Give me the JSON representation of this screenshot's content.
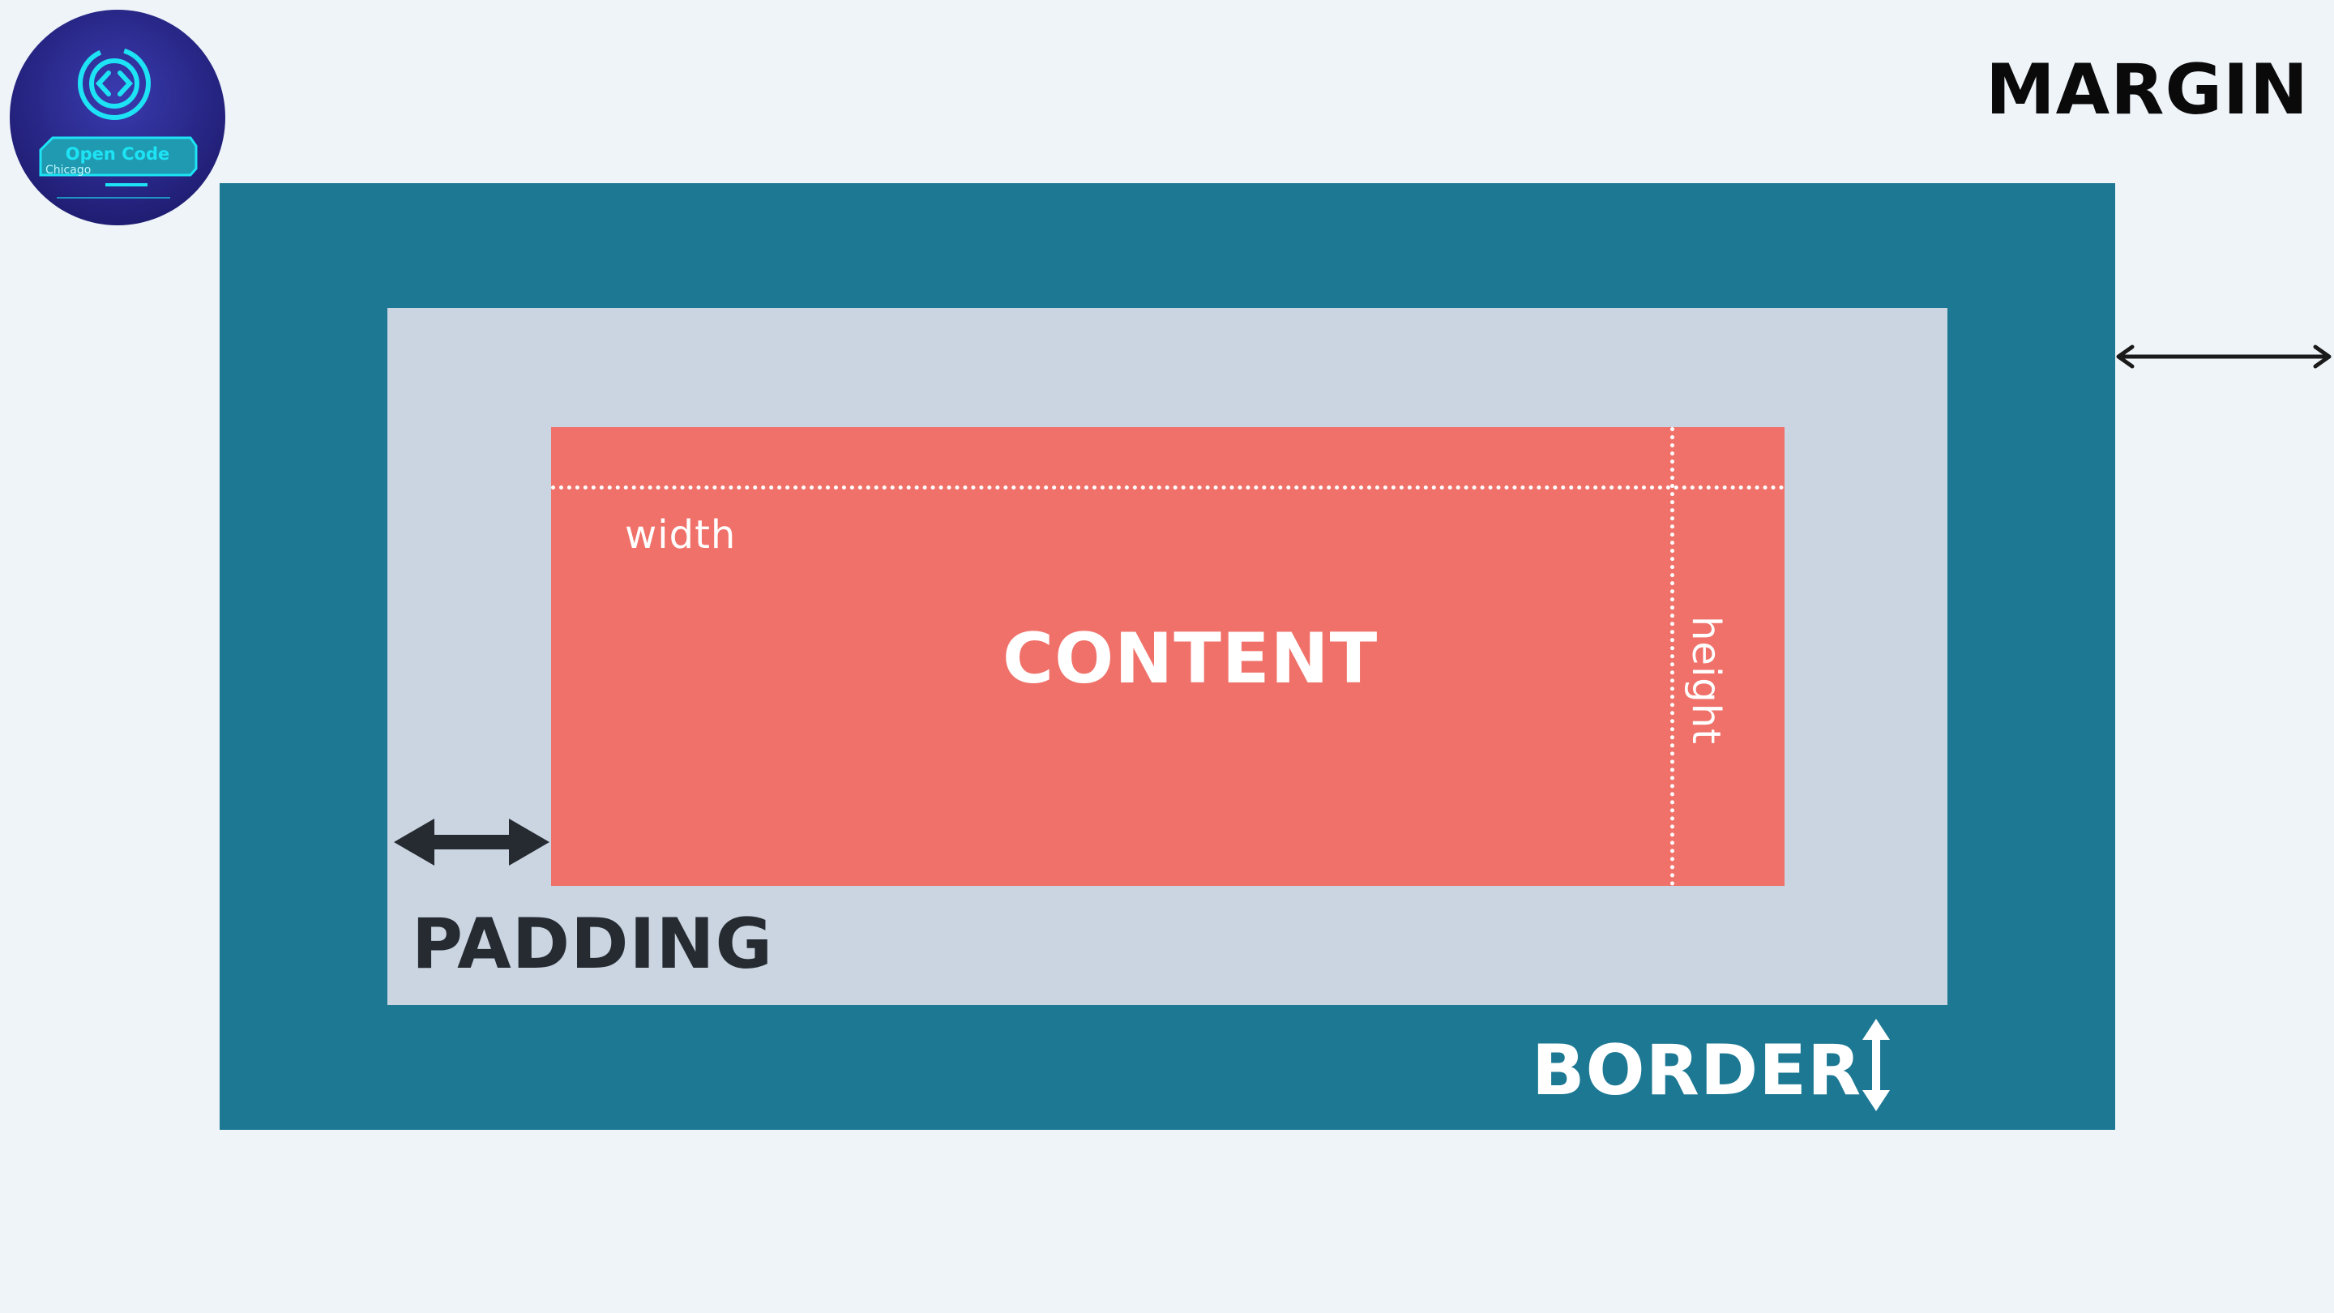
{
  "logo": {
    "line1": "Open Code",
    "line2": "Chicago",
    "icon": "code-brackets-icon"
  },
  "labels": {
    "margin": "MARGIN",
    "border": "BORDER",
    "padding": "PADDING",
    "content": "CONTENT",
    "width": "width",
    "height": "height"
  },
  "colors": {
    "background": "#eff4f9",
    "border": "#1c7893",
    "padding": "#cad5e1",
    "content": "#f07169",
    "dark_text": "#262b32"
  },
  "icons": {
    "margin_arrow": "double-arrow-horizontal-icon",
    "padding_arrow": "double-arrow-horizontal-icon",
    "border_arrow": "double-arrow-vertical-icon"
  }
}
